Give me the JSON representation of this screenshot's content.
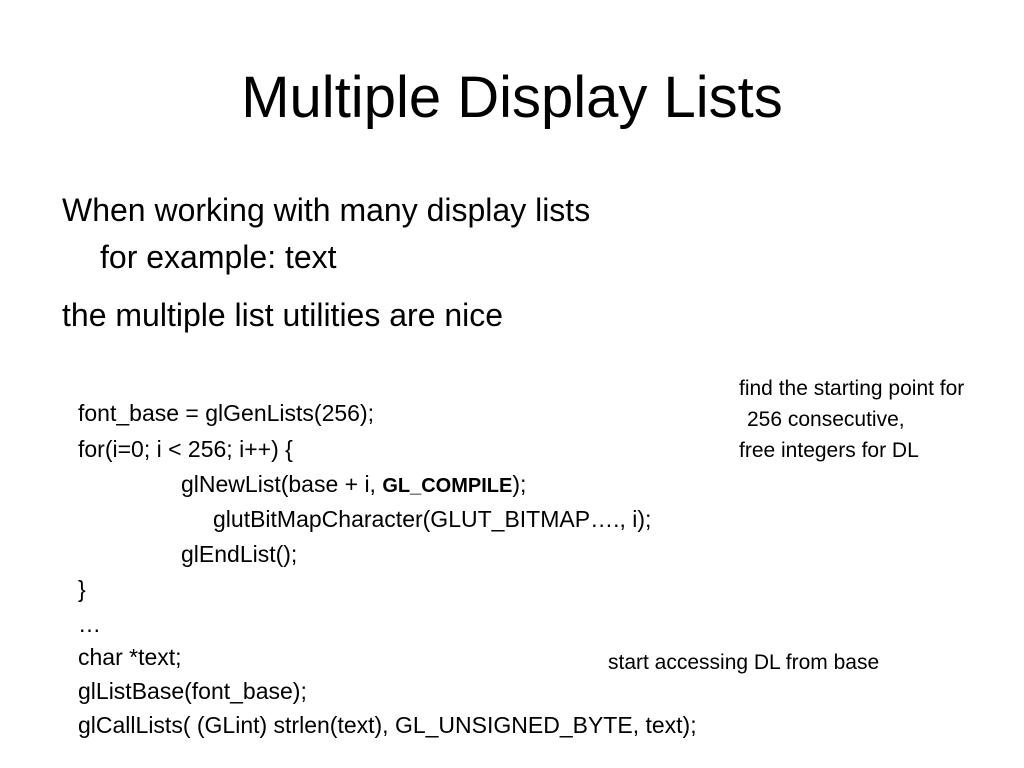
{
  "slide": {
    "title": "Multiple Display Lists",
    "bullets": [
      "When working with many display lists",
      "for example: text",
      "the multiple list utilities are nice"
    ],
    "code": {
      "line1": "font_base = glGenLists(256);",
      "line2": "for(i=0; i < 256; i++) {",
      "line3_pre": "glNewList(base + i, ",
      "line3_bold": "GL_COMPILE",
      "line3_post": ");",
      "line4": "glutBitMapCharacter(GLUT_BITMAP…., i);",
      "line5": "glEndList();",
      "line6": "}",
      "line7": "…",
      "line8": "char *text;",
      "line9": "glListBase(font_base);",
      "line10": "glCallLists( (GLint) strlen(text), GL_UNSIGNED_BYTE, text);"
    },
    "annotations": {
      "gen_lists_note": [
        "find the starting point for",
        "256 consecutive,",
        "free integers for DL"
      ],
      "list_base_note": "start accessing DL from base"
    }
  }
}
